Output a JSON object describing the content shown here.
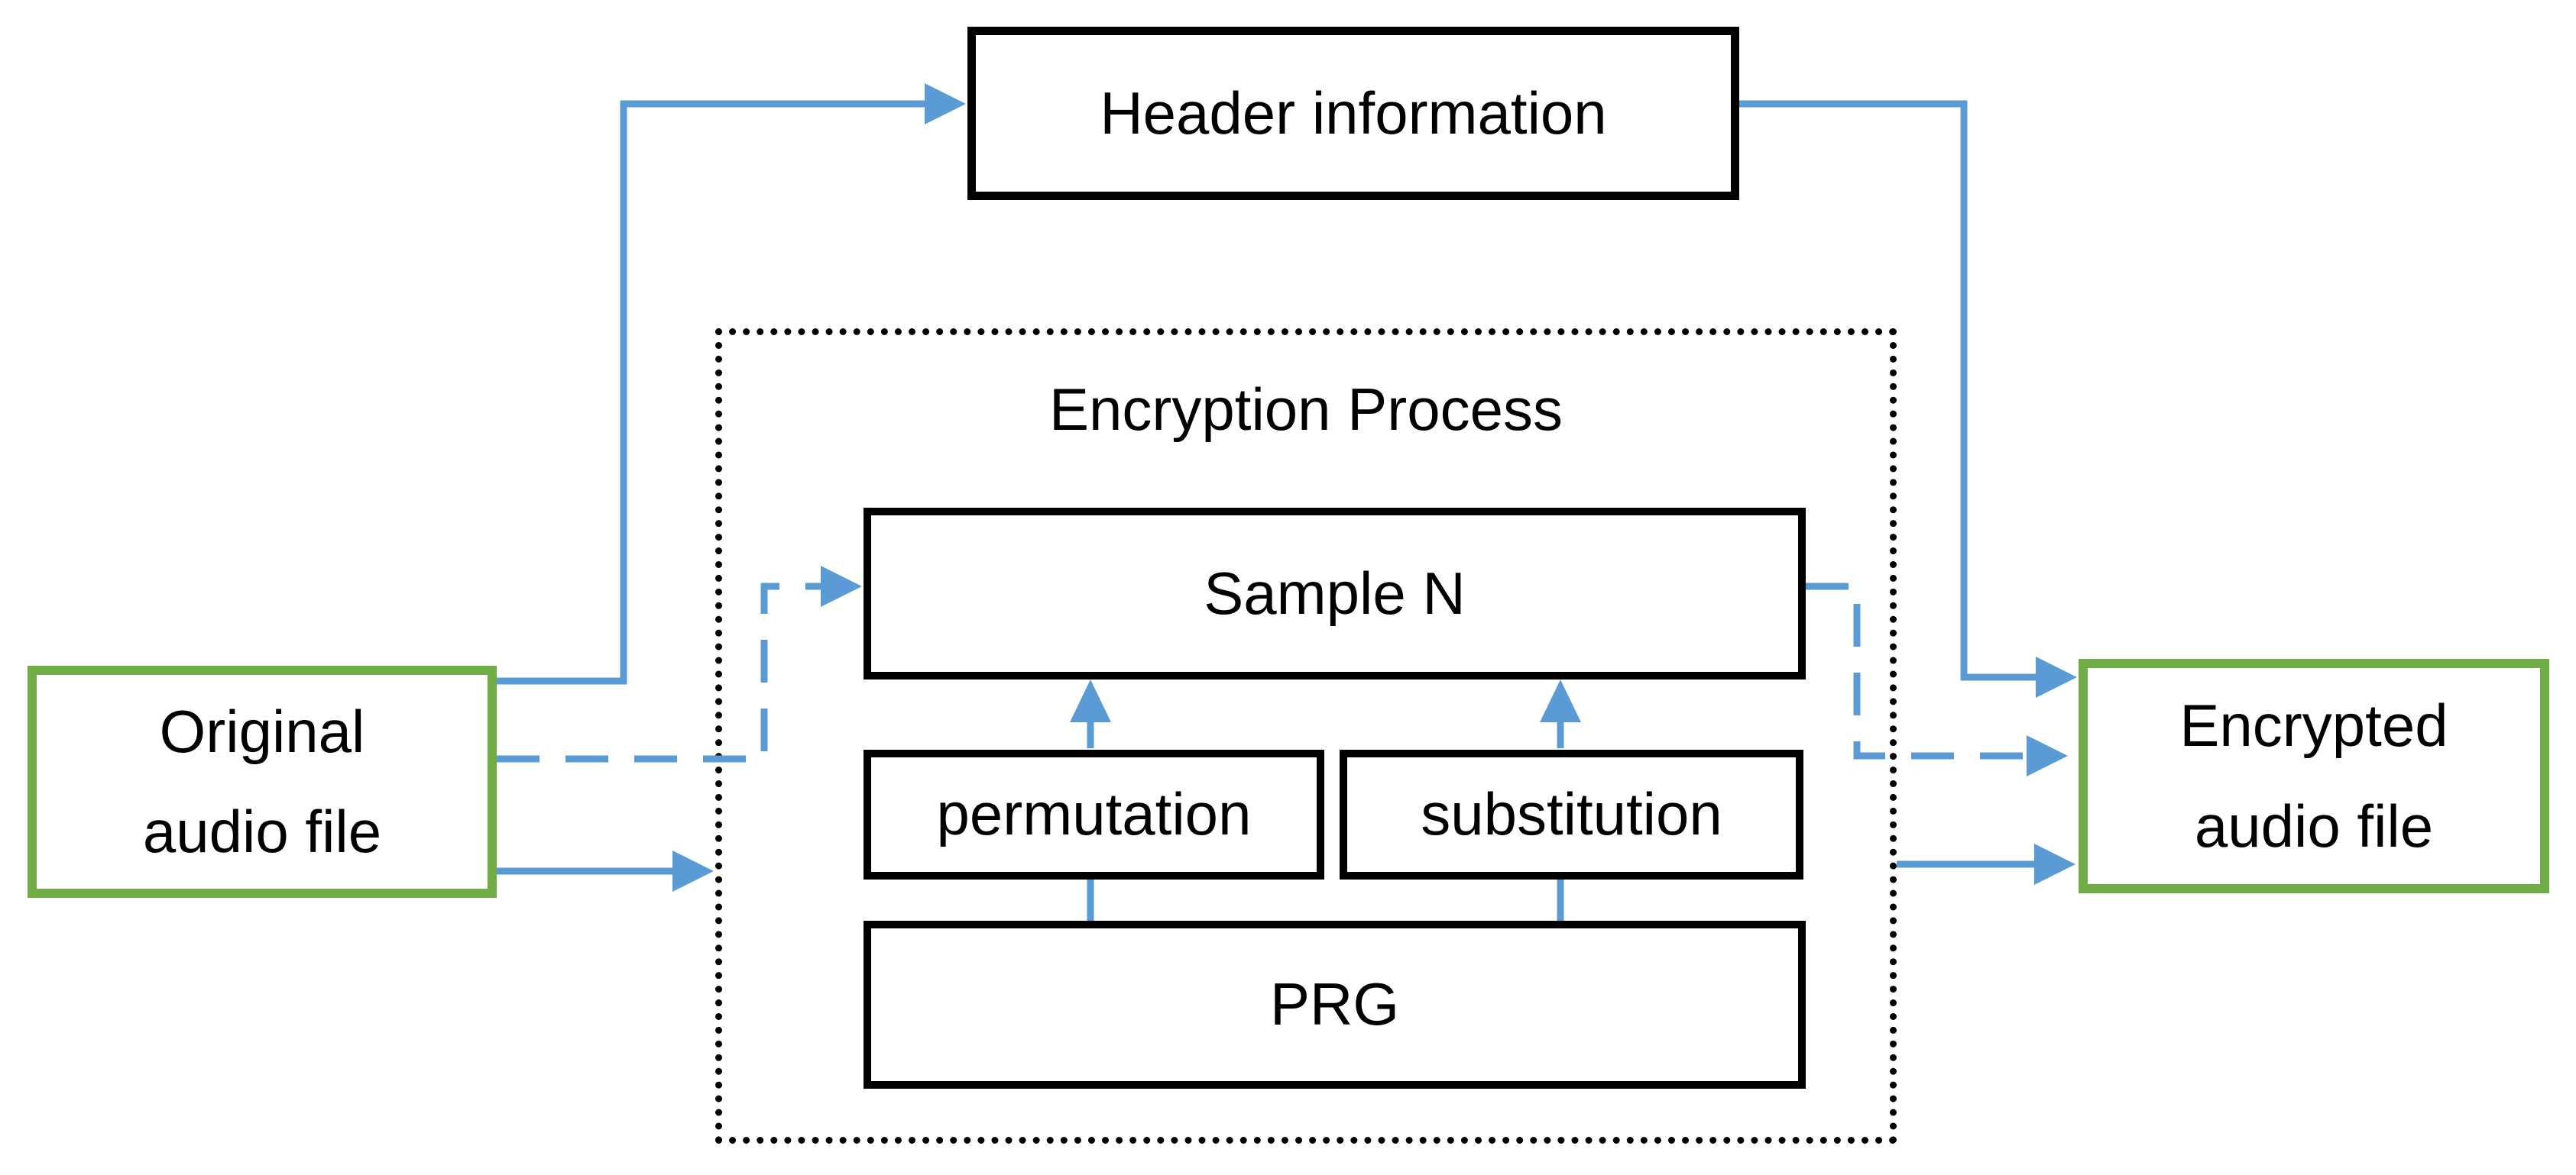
{
  "colors": {
    "connector-blue": "#5B9BD5",
    "file-box-green": "#70AD47",
    "box-border-black": "#000000",
    "page-background": "#FFFFFF",
    "text-black": "#000000"
  },
  "diagram": {
    "header_box": {
      "label": "Header information"
    },
    "original_audio_box": {
      "line1": "Original",
      "line2": "audio file"
    },
    "encrypted_audio_box": {
      "line1": "Encrypted",
      "line2": "audio file"
    },
    "encryption_process_box": {
      "title": "Encryption Process"
    },
    "sample_box": {
      "label": "Sample N"
    },
    "permutation_box": {
      "label": "permutation"
    },
    "substitution_box": {
      "label": "substitution"
    },
    "prg_box": {
      "label": "PRG"
    }
  }
}
